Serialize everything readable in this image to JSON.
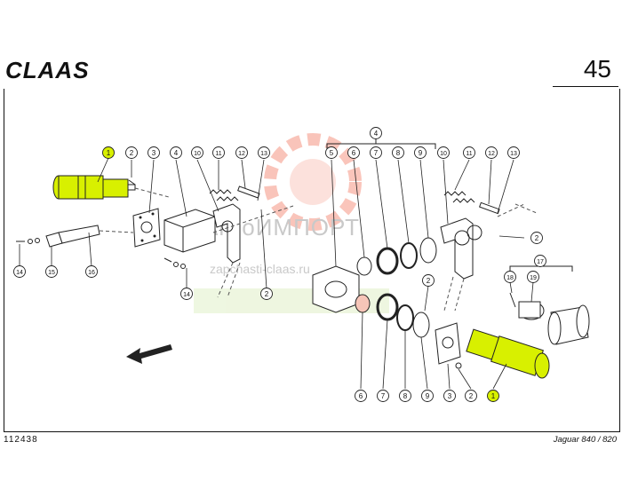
{
  "header": {
    "brand": "CLAAS",
    "page_number": "45"
  },
  "footer": {
    "drawing_number": "112438",
    "model": "Jaguar 840 / 820"
  },
  "watermark": {
    "text_main": "АгроИМПОРТ",
    "text_url": "zapchasti-claas.ru"
  },
  "callouts": [
    {
      "num": "1",
      "highlight": true
    },
    {
      "num": "2"
    },
    {
      "num": "3"
    },
    {
      "num": "4"
    },
    {
      "num": "5"
    },
    {
      "num": "6"
    },
    {
      "num": "7"
    },
    {
      "num": "8"
    },
    {
      "num": "9"
    },
    {
      "num": "10"
    },
    {
      "num": "11"
    },
    {
      "num": "12"
    },
    {
      "num": "13"
    },
    {
      "num": "14"
    },
    {
      "num": "15"
    },
    {
      "num": "16"
    },
    {
      "num": "17"
    },
    {
      "num": "18"
    },
    {
      "num": "19"
    }
  ],
  "colors": {
    "highlight": "#d8f000",
    "line": "#222222",
    "watermark_red": "#f05a3c",
    "watermark_green": "#7fbf3a"
  }
}
